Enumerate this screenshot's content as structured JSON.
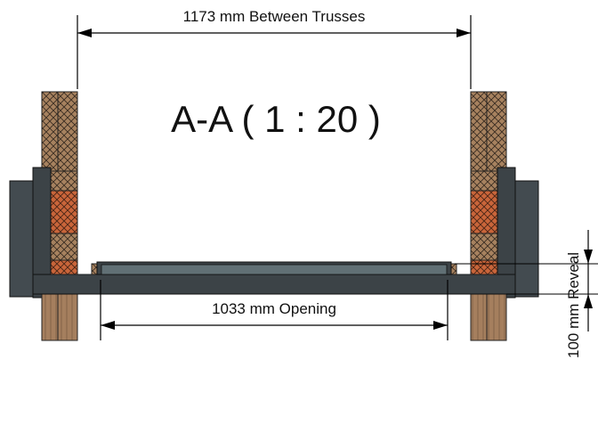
{
  "title": "A-A ( 1 : 20 )",
  "dimensions": {
    "between_trusses": "1173 mm Between Trusses",
    "opening": "1033 mm Opening",
    "reveal": "100 mm Reveal"
  },
  "colors": {
    "steel_dark": "#3c4347",
    "steel_light": "#5f6b70",
    "timber": "#a07b5b",
    "timber_hatch": "#4a3a2d",
    "brick_orange": "#c9653a",
    "stud_timber": "#b89b80",
    "line": "#000000"
  }
}
